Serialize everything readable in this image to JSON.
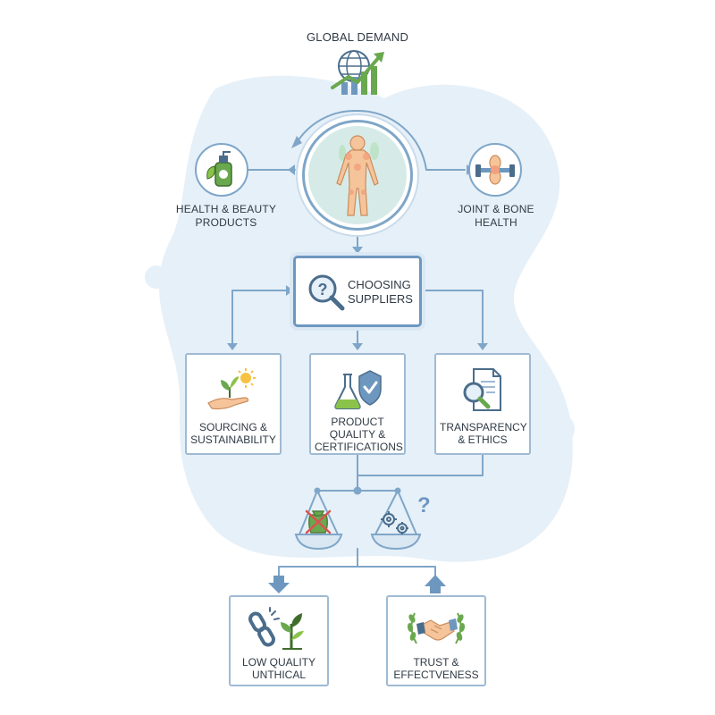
{
  "top": {
    "title": "GLOBAL DEMAND",
    "icon": "globe-growth-chart-icon"
  },
  "center_circle": {
    "icon": "human-body-icon"
  },
  "left_node": {
    "icon": "skincare-bottle-icon",
    "label_lines": [
      "HEALTH & BEAUTY",
      "PRODUCTS"
    ]
  },
  "right_node": {
    "icon": "joint-dumbbell-icon",
    "label_lines": [
      "JOINT & BONE",
      "HEALTH"
    ]
  },
  "choosing": {
    "icon": "magnifier-question-icon",
    "label_lines": [
      "CHOOSING",
      "SUPPLIERS"
    ]
  },
  "criteria": [
    {
      "icon": "hand-sprout-sun-icon",
      "label_lines": [
        "SOURCING &",
        "SUSTAINABILITY"
      ]
    },
    {
      "icon": "flask-shield-check-icon",
      "label_lines": [
        "PRODUCT",
        "QUALITY &",
        "CERTIFICATIONS"
      ]
    },
    {
      "icon": "document-magnifier-icon",
      "label_lines": [
        "TRANSPARENCY",
        "& ETHICS"
      ]
    }
  ],
  "balance": {
    "left_pan_icon": "money-bag-crossed-icon",
    "right_pan_icon": "gears-icon",
    "question_mark": "?"
  },
  "outcomes": [
    {
      "icon": "broken-chain-sprout-icon",
      "label_lines": [
        "LOW QUALITY",
        "UNTHICAL"
      ],
      "arrow": "down"
    },
    {
      "icon": "handshake-laurel-icon",
      "label_lines": [
        "TRUST &",
        "EFFECTVENESS"
      ],
      "arrow": "up"
    }
  ],
  "colors": {
    "accent": "#6e97bf",
    "line": "#7fa6c8",
    "blob": "#e6f0f8",
    "green": "#6aa84f",
    "card_border": "#9fbad4"
  }
}
